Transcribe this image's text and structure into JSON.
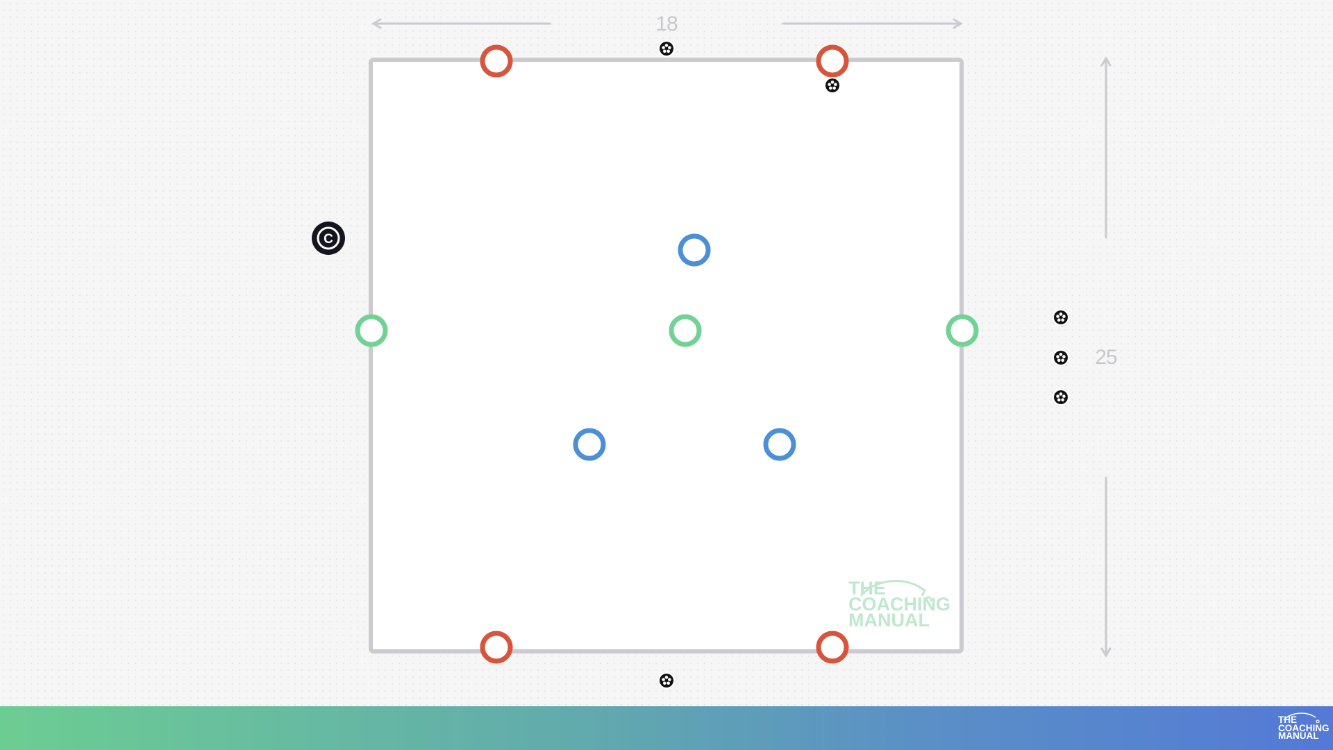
{
  "diagram": {
    "pitch_width_label": "18",
    "pitch_length_label": "25",
    "coach_label": "C",
    "colors": {
      "pitch_line": "#cbcbcf",
      "dimension": "#c8c8cc",
      "red_player": "#d6553c",
      "blue_player": "#4d8fd7",
      "green_player": "#72d296",
      "coach": "#15151f",
      "ball": "#111111"
    },
    "players": {
      "red": 4,
      "blue": 3,
      "green": 3
    },
    "balls": 6,
    "icons": [
      "player-marker",
      "football-icon",
      "coach-icon",
      "dimension-arrow"
    ]
  },
  "branding": {
    "watermark_lines": [
      "THE",
      "COACHING",
      "MANUAL"
    ],
    "footer_logo_lines": [
      "THE",
      "COACHING",
      "MANUAL"
    ]
  }
}
